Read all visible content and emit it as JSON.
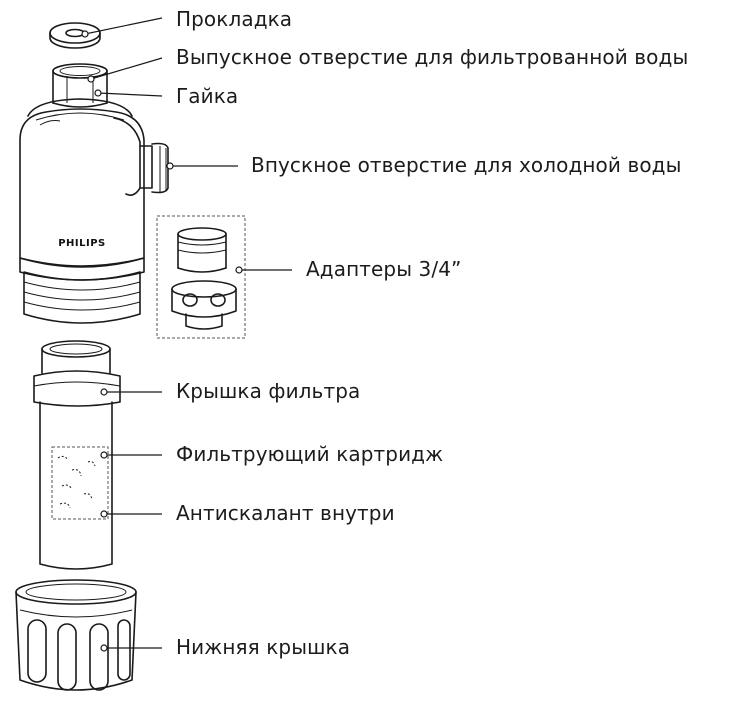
{
  "brand": "PHILIPS",
  "labels": {
    "gasket": "Прокладка",
    "filtered_outlet": "Выпускное отверстие для фильтрованной воды",
    "nut": "Гайка",
    "cold_inlet": "Впускное отверстие для холодной воды",
    "adapters": "Адаптеры 3/4”",
    "filter_cap": "Крышка фильтра",
    "cartridge": "Фильтрующий картридж",
    "antiscalant": "Антискалант внутри",
    "bottom_cap": "Нижняя крышка"
  }
}
